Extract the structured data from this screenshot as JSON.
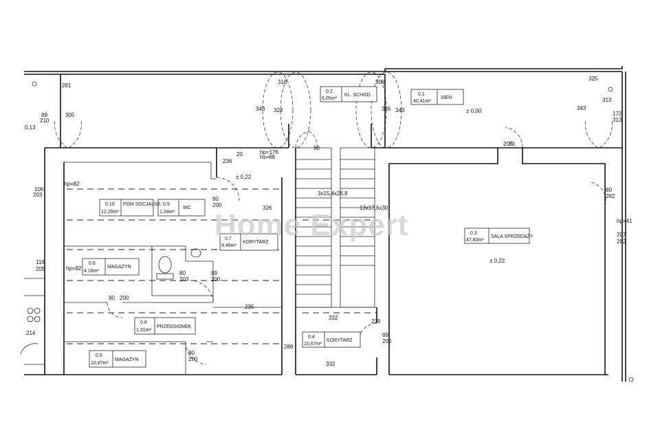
{
  "watermark": "Home Expert",
  "rooms": [
    {
      "num": "0.1",
      "area": "40,41m²",
      "name": "SIEŃ"
    },
    {
      "num": "0.2",
      "area": "6,05m²",
      "name": "KL. SCHOD."
    },
    {
      "num": "0.3",
      "area": "47,83m²",
      "name": "SALA SPRZEDAŻY"
    },
    {
      "num": "0.4",
      "area": "10,67m²",
      "name": "KORYTARZ"
    },
    {
      "num": "0.5",
      "area": "10,87m²",
      "name": "MAGAZYN"
    },
    {
      "num": "0.6",
      "area": "4,18m²",
      "name": "MAGAZYN"
    },
    {
      "num": "0.7",
      "area": "9,45m²",
      "name": "KORYTARZ"
    },
    {
      "num": "0.8",
      "area": "1,31m²",
      "name": "PRZEDSIONEK"
    },
    {
      "num": "0.9",
      "area": "1,34m²",
      "name": "WC"
    },
    {
      "num": "0.10",
      "area": "12,20m²",
      "name": "POM SOCJALNE"
    }
  ],
  "levels": [
    "± 0,00",
    "± 0,22",
    "± 0,22"
  ],
  "dims": [
    "281",
    "305",
    "89",
    "210",
    "0,13",
    "310",
    "343",
    "324",
    "309",
    "326",
    "343",
    "325",
    "343",
    "313",
    "172",
    "313",
    "236",
    "hp=176",
    "hs=68",
    "90",
    "200",
    "326",
    "20",
    "90",
    "106",
    "203",
    "hp=82",
    "116",
    "205",
    "hp=82",
    "80",
    "203",
    "89",
    "200",
    "90",
    "200",
    "235",
    "332",
    "239",
    "89",
    "200",
    "288",
    "332",
    "90",
    "200",
    "80",
    "282",
    "hp=41",
    "207",
    "282",
    "214",
    "3x15,4x28,8",
    "13x17,6x30",
    "90",
    "200",
    "70",
    "90"
  ]
}
